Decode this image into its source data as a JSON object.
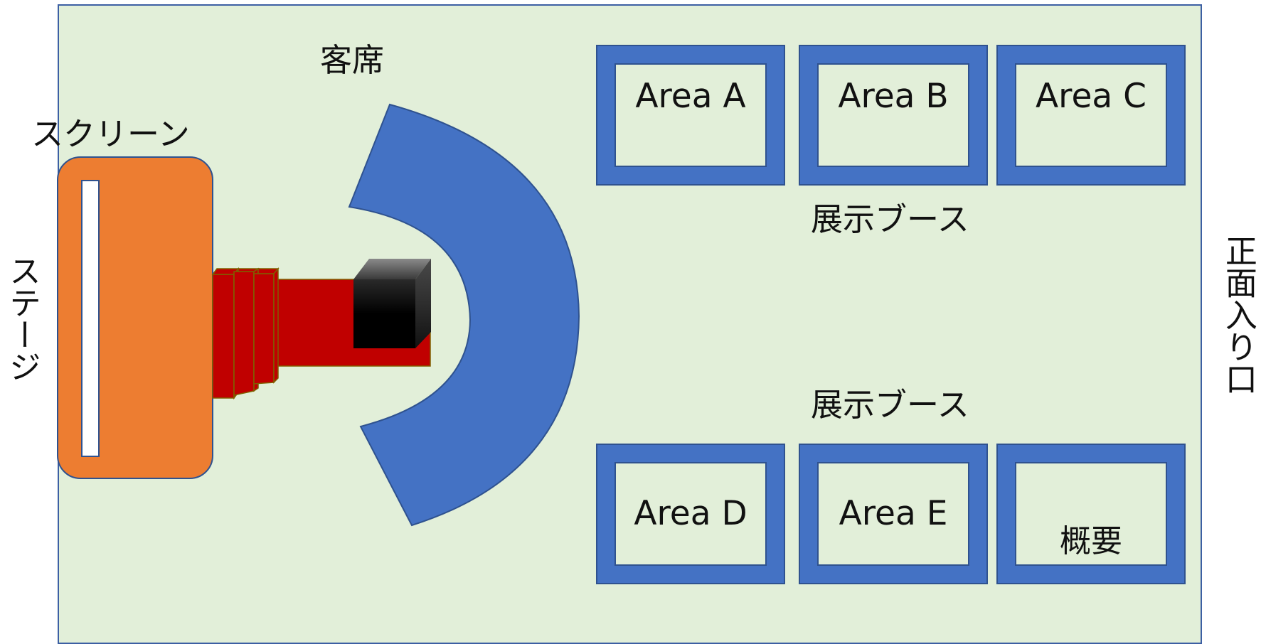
{
  "labels": {
    "seating": "客席",
    "screen": "スクリーン",
    "stage": "ステージ",
    "booths_top": "展示ブース",
    "booths_bottom": "展示ブース",
    "main_entrance": "正面入り口"
  },
  "booths": [
    {
      "id": "a",
      "label": "Area A"
    },
    {
      "id": "b",
      "label": "Area B"
    },
    {
      "id": "c",
      "label": "Area C"
    },
    {
      "id": "d",
      "label": "Area D"
    },
    {
      "id": "e",
      "label": "Area E"
    },
    {
      "id": "overview",
      "label": "概要"
    }
  ],
  "colors": {
    "floor": "#e2efd9",
    "booth": "#4472c4",
    "seating": "#4472c4",
    "stage": "#ed7d31",
    "runway": "#c00000",
    "camera": "#000000"
  }
}
